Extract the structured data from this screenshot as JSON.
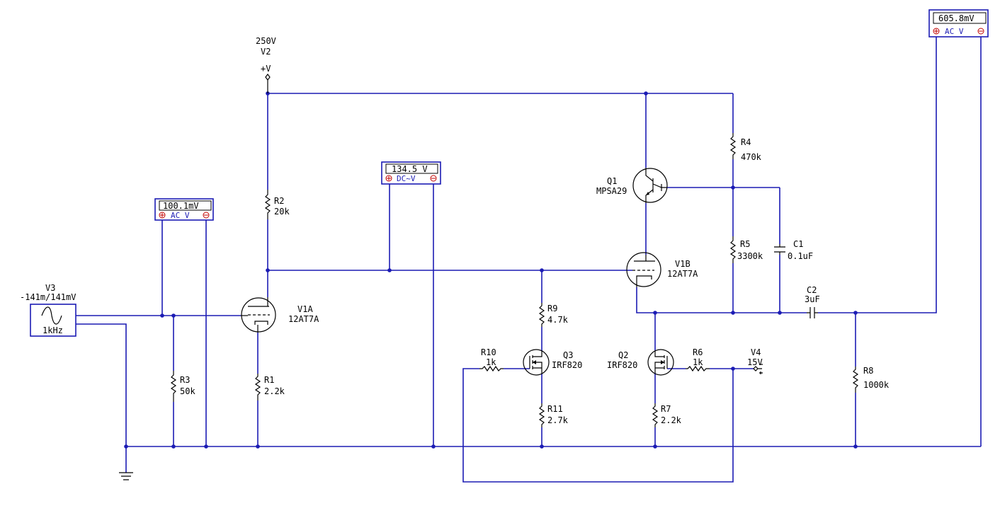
{
  "components": {
    "v2": {
      "voltage": "250V",
      "name": "V2",
      "terminal": "+V"
    },
    "v3": {
      "name": "V3",
      "value": "-141m/141mV",
      "freq": "1kHz"
    },
    "v4": {
      "name": "V4",
      "value": "15V"
    },
    "r1": {
      "name": "R1",
      "value": "2.2k"
    },
    "r2": {
      "name": "R2",
      "value": "20k"
    },
    "r3": {
      "name": "R3",
      "value": "50k"
    },
    "r4": {
      "name": "R4",
      "value": "470k"
    },
    "r5": {
      "name": "R5",
      "value": "3300k"
    },
    "r6": {
      "name": "R6",
      "value": "1k"
    },
    "r7": {
      "name": "R7",
      "value": "2.2k"
    },
    "r8": {
      "name": "R8",
      "value": "1000k"
    },
    "r9": {
      "name": "R9",
      "value": "4.7k"
    },
    "r10": {
      "name": "R10",
      "value": "1k"
    },
    "r11": {
      "name": "R11",
      "value": "2.7k"
    },
    "c1": {
      "name": "C1",
      "value": "0.1uF"
    },
    "c2": {
      "name": "C2",
      "value": "3uF"
    },
    "q1": {
      "name": "Q1",
      "model": "MPSA29"
    },
    "q2": {
      "name": "Q2",
      "model": "IRF820"
    },
    "q3": {
      "name": "Q3",
      "model": "IRF820"
    },
    "v1a": {
      "name": "V1A",
      "model": "12AT7A"
    },
    "v1b": {
      "name": "V1B",
      "model": "12AT7A"
    }
  },
  "meters": {
    "m1": {
      "reading": "100.1mV",
      "mode": "AC  V"
    },
    "m2": {
      "reading": "134.5 V",
      "mode": "DC~V"
    },
    "m3": {
      "reading": "605.8mV",
      "mode": "AC  V"
    }
  },
  "colors": {
    "wire": "#1c1cb4",
    "component": "#000000",
    "meter_terminal": "#c00000"
  }
}
